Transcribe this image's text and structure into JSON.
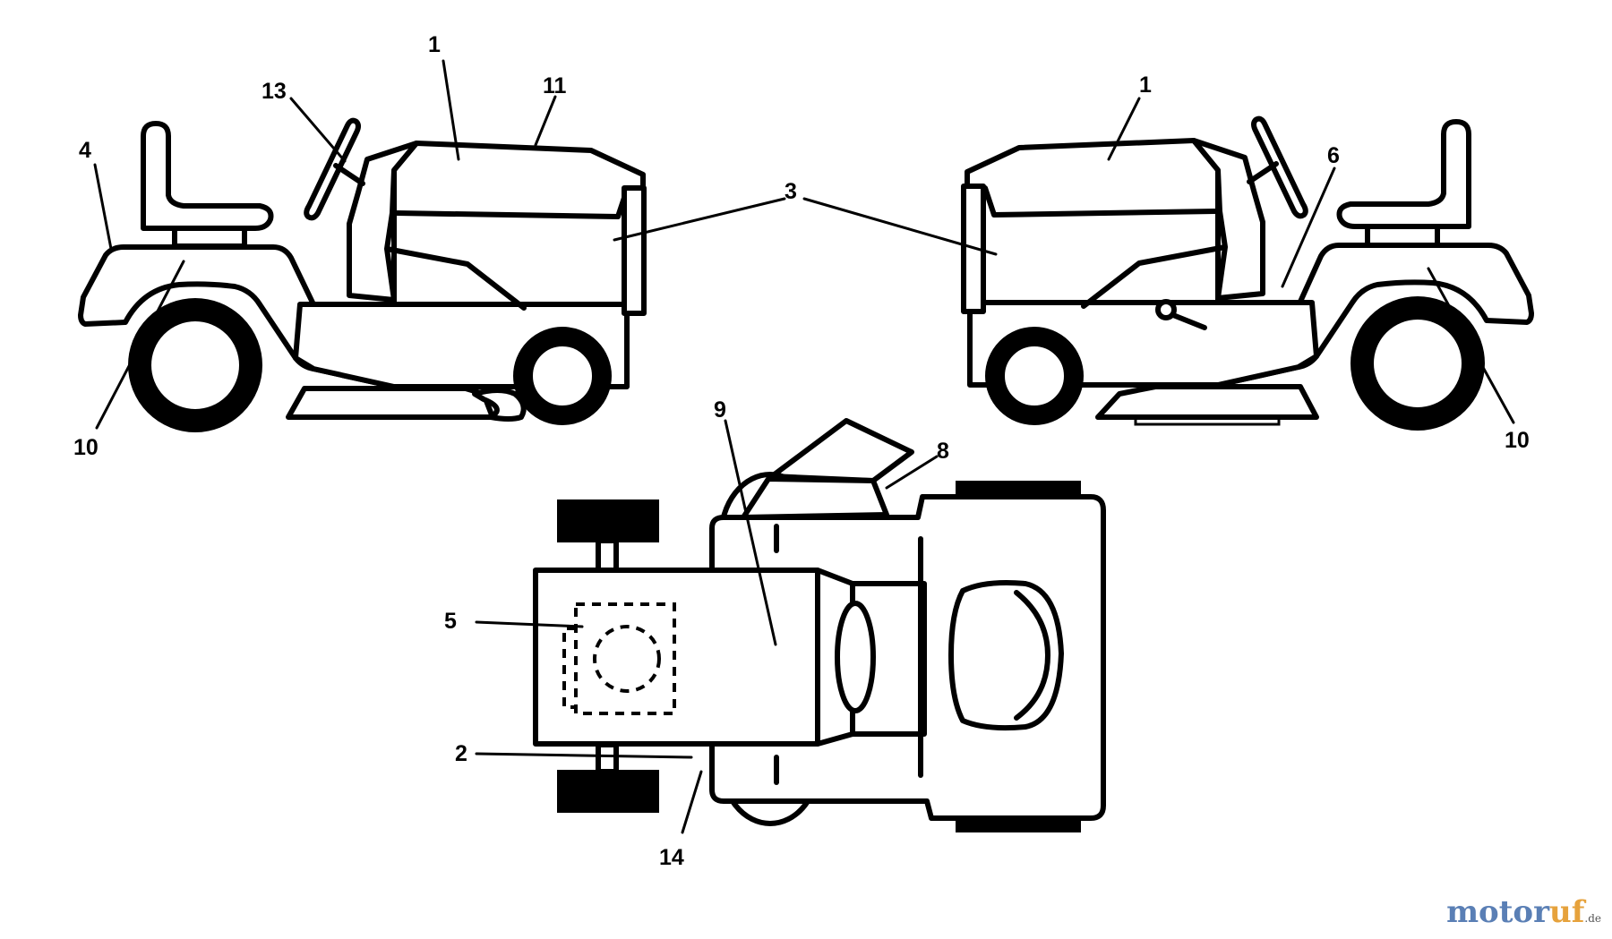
{
  "callouts": {
    "c1_left": "1",
    "c1_right": "1",
    "c2": "2",
    "c3": "3",
    "c4": "4",
    "c5": "5",
    "c6": "6",
    "c8": "8",
    "c9": "9",
    "c10_left": "10",
    "c10_right": "10",
    "c11": "11",
    "c13": "13",
    "c14": "14"
  },
  "watermark": {
    "part_a": "motor",
    "part_b": "uf",
    "suffix": ".de",
    "colors": {
      "a": "#5a7fb5",
      "b": "#e6a23c"
    }
  }
}
